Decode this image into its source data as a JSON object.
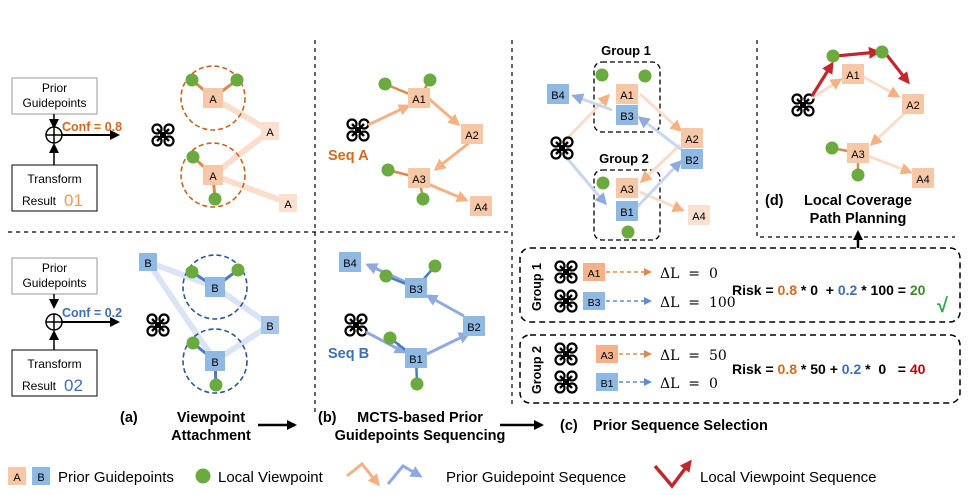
{
  "colors": {
    "orange_node": "#f7c8a8",
    "orange_node_dark": "#f5b28a",
    "orange_text": "#d2691e",
    "blue_node": "#8fb8e3",
    "blue_text": "#3b6fb6",
    "green_dot": "#6aaa3f",
    "green_text": "#3a8a2a",
    "red_text": "#c00000",
    "red_arrow": "#c0282d",
    "orange_arrow": "#f4b183",
    "blue_arrow": "#8faadc"
  },
  "panel_a": {
    "top": {
      "prior_line1": "Prior",
      "prior_line2": "Guidepoints",
      "conf": "Conf = 0.8",
      "transform": "Transform",
      "result": "Result",
      "result_num": "01",
      "node_label": "A"
    },
    "bottom": {
      "prior_line1": "Prior",
      "prior_line2": "Guidepoints",
      "conf": "Conf = 0.2",
      "transform": "Transform",
      "result": "Result",
      "result_num": "02",
      "node_label": "B"
    },
    "caption_letter": "(a)",
    "caption_line1": "Viewpoint",
    "caption_line2": "Attachment"
  },
  "panel_b": {
    "top": {
      "nodes": [
        "A1",
        "A2",
        "A3",
        "A4"
      ],
      "seq": "Seq A"
    },
    "bottom": {
      "nodes": [
        "B1",
        "B2",
        "B3",
        "B4"
      ],
      "seq": "Seq B"
    },
    "caption_letter": "(b)",
    "caption_line1": "MCTS-based Prior",
    "caption_line2": "Guidepoints Sequencing"
  },
  "panel_c": {
    "group1_title": "Group 1",
    "group2_title": "Group 2",
    "nodes": {
      "b4": "B4",
      "a1": "A1",
      "b3": "B3",
      "a2": "A2",
      "b2": "B2",
      "a3": "A3",
      "b1": "B1",
      "a4": "A4"
    },
    "box1": {
      "label": "Group 1",
      "row1_node": "A1",
      "row1_delta": "ΔL  =  0",
      "row2_node": "B3",
      "row2_delta": "ΔL  =  100",
      "risk_label": "Risk =",
      "risk_p1": "0.8",
      "risk_m1": " * 0  + ",
      "risk_p2": "0.2",
      "risk_m2": " * 100 = ",
      "risk_result": "20",
      "check": "√"
    },
    "box2": {
      "label": "Group 2",
      "row1_node": "A3",
      "row1_delta": "ΔL  =  50",
      "row2_node": "B1",
      "row2_delta": "ΔL  =  0",
      "risk_label": "Risk =",
      "risk_p1": "0.8",
      "risk_m1": " * 50 + ",
      "risk_p2": "0.2",
      "risk_m2": " *  0   = ",
      "risk_result": "40"
    },
    "caption_letter": "(c)",
    "caption_text": "Prior Sequence Selection"
  },
  "panel_d": {
    "nodes": [
      "A1",
      "A2",
      "A3",
      "A4"
    ],
    "caption_letter": "(d)",
    "caption_line1": "Local Coverage",
    "caption_line2": "Path Planning"
  },
  "legend": {
    "a": "A",
    "b": "B",
    "prior_guidepoints": "Prior Guidepoints",
    "local_viewpoint": "Local Viewpoint",
    "prior_guidepoint_sequence": "Prior Guidepoint Sequence",
    "local_viewpoint_sequence": "Local Viewpoint Sequence"
  }
}
